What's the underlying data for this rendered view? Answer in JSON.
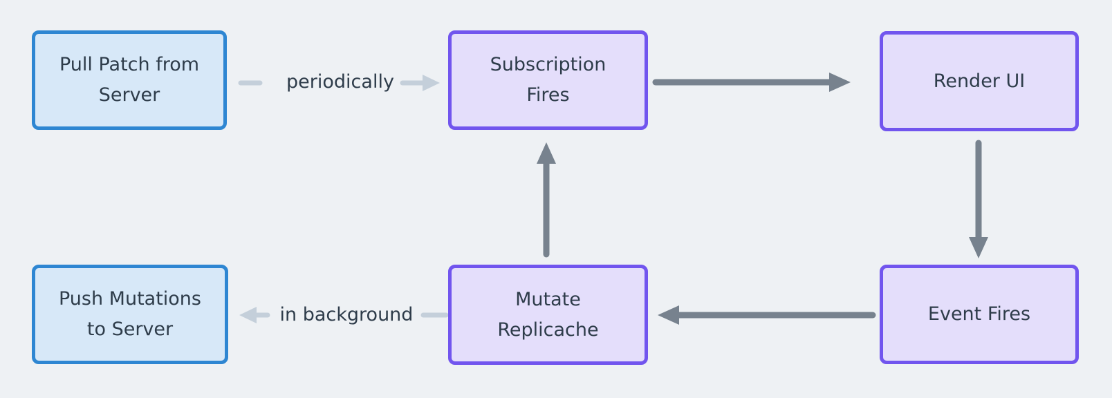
{
  "colors": {
    "background": "#EEF1F4",
    "blue_fill": "#D7E8F8",
    "blue_border": "#2E86D2",
    "purple_fill": "#E4DEFB",
    "purple_border": "#7155EE",
    "text": "#2E3C4A",
    "arrow_dark": "#77828E",
    "arrow_light": "#C4CFDA"
  },
  "nodes": [
    {
      "id": "pull-patch-from-server",
      "label": "Pull Patch from\nServer",
      "style": "blue"
    },
    {
      "id": "subscription-fires",
      "label": "Subscription\nFires",
      "style": "purple"
    },
    {
      "id": "render-ui",
      "label": "Render UI",
      "style": "purple"
    },
    {
      "id": "event-fires",
      "label": "Event Fires",
      "style": "purple"
    },
    {
      "id": "mutate-replicache",
      "label": "Mutate\nReplicache",
      "style": "purple"
    },
    {
      "id": "push-mutations-to-server",
      "label": "Push Mutations\nto Server",
      "style": "blue"
    }
  ],
  "edges": [
    {
      "from": "pull-patch-from-server",
      "to": "subscription-fires",
      "label": "periodically",
      "style": "light"
    },
    {
      "from": "subscription-fires",
      "to": "render-ui",
      "label": "",
      "style": "dark"
    },
    {
      "from": "render-ui",
      "to": "event-fires",
      "label": "",
      "style": "dark"
    },
    {
      "from": "event-fires",
      "to": "mutate-replicache",
      "label": "",
      "style": "dark"
    },
    {
      "from": "mutate-replicache",
      "to": "subscription-fires",
      "label": "",
      "style": "dark"
    },
    {
      "from": "mutate-replicache",
      "to": "push-mutations-to-server",
      "label": "in background",
      "style": "light"
    }
  ]
}
